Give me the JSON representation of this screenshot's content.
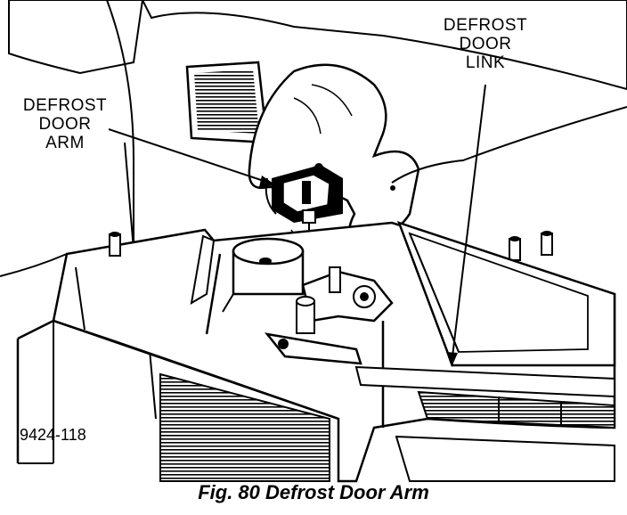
{
  "labels": {
    "defrost_door_arm": [
      "DEFROST",
      "DOOR",
      "ARM"
    ],
    "defrost_door_link": [
      "DEFROST",
      "DOOR",
      "LINK"
    ]
  },
  "figure_number": "9424-118",
  "caption": "Fig. 80 Defrost Door Arm"
}
